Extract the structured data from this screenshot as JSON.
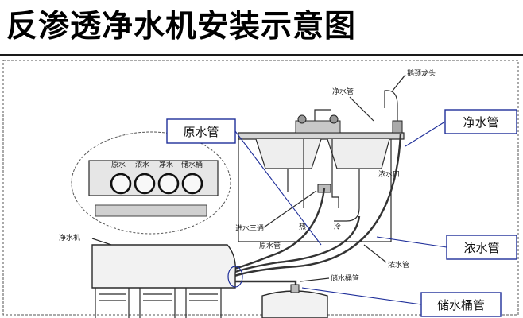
{
  "title": "反渗透净水机安装示意图",
  "callouts": {
    "raw_water_pipe": "原水管",
    "pure_water_pipe": "净水管",
    "concentrate_pipe": "浓水管",
    "tank_pipe": "储水桶管"
  },
  "small_labels": {
    "faucet": "鹅颈龙头",
    "pure_pipe": "净水管",
    "drain_port": "浓水口",
    "inlet_tee": "进水三通",
    "hot": "热",
    "cold": "冷",
    "raw_pipe": "原水管",
    "conc_pipe": "浓水管",
    "tank_pipe": "储水桶管",
    "machine": "净水机"
  },
  "inset_ports": [
    "原水",
    "浓水",
    "净水",
    "储水桶"
  ],
  "colors": {
    "callout_border": "#1f2f9a",
    "callout_line": "#1f2f9a",
    "drawing_line": "#2a2a2a"
  }
}
